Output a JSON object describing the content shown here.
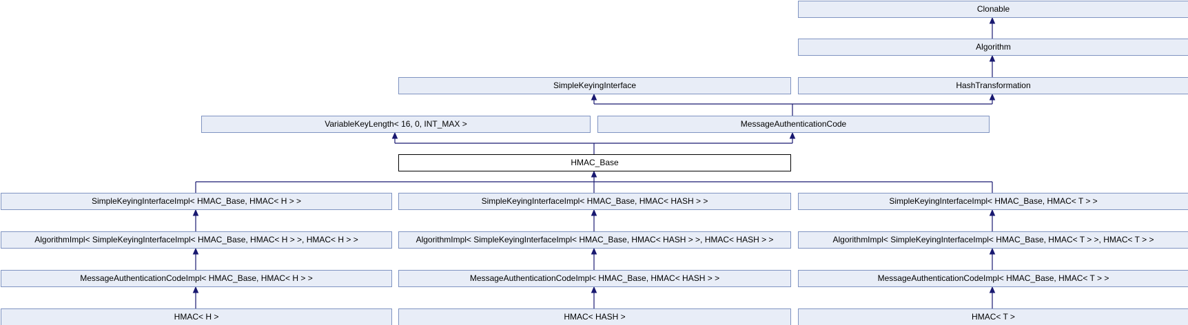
{
  "diagram": {
    "kind": "class-inheritance-diagram",
    "colors": {
      "node_fill": "#e8edf7",
      "node_border": "#7f93c1",
      "focus_node_fill": "#ffffff",
      "focus_node_border": "#000000",
      "arrow": "#191970",
      "text": "#000000",
      "background": "#ffffff"
    },
    "nodes": {
      "clonable": {
        "label": "Clonable"
      },
      "algorithm": {
        "label": "Algorithm"
      },
      "simple_keying_interface": {
        "label": "SimpleKeyingInterface"
      },
      "hash_transformation": {
        "label": "HashTransformation"
      },
      "variable_key_length": {
        "label": "VariableKeyLength< 16, 0, INT_MAX >"
      },
      "message_authentication_code": {
        "label": "MessageAuthenticationCode"
      },
      "hmac_base": {
        "label": "HMAC_Base"
      },
      "ski_impl_h": {
        "label": "SimpleKeyingInterfaceImpl< HMAC_Base, HMAC< H > >"
      },
      "ski_impl_hash": {
        "label": "SimpleKeyingInterfaceImpl< HMAC_Base, HMAC< HASH > >"
      },
      "ski_impl_t": {
        "label": "SimpleKeyingInterfaceImpl< HMAC_Base, HMAC< T > >"
      },
      "algorithm_impl_h": {
        "label": "AlgorithmImpl< SimpleKeyingInterfaceImpl< HMAC_Base, HMAC< H > >, HMAC< H > >"
      },
      "algorithm_impl_hash": {
        "label": "AlgorithmImpl< SimpleKeyingInterfaceImpl< HMAC_Base, HMAC< HASH > >, HMAC< HASH > >"
      },
      "algorithm_impl_t": {
        "label": "AlgorithmImpl< SimpleKeyingInterfaceImpl< HMAC_Base, HMAC< T > >, HMAC< T > >"
      },
      "mac_impl_h": {
        "label": "MessageAuthenticationCodeImpl< HMAC_Base, HMAC< H > >"
      },
      "mac_impl_hash": {
        "label": "MessageAuthenticationCodeImpl< HMAC_Base, HMAC< HASH > >"
      },
      "mac_impl_t": {
        "label": "MessageAuthenticationCodeImpl< HMAC_Base, HMAC< T > >"
      },
      "hmac_h": {
        "label": "HMAC< H >"
      },
      "hmac_hash": {
        "label": "HMAC< HASH >"
      },
      "hmac_t": {
        "label": "HMAC< T >"
      }
    },
    "edges": [
      {
        "from": "Algorithm",
        "to": "Clonable"
      },
      {
        "from": "HashTransformation",
        "to": "Algorithm"
      },
      {
        "from": "MessageAuthenticationCode",
        "to": "SimpleKeyingInterface"
      },
      {
        "from": "MessageAuthenticationCode",
        "to": "HashTransformation"
      },
      {
        "from": "HMAC_Base",
        "to": "VariableKeyLength< 16, 0, INT_MAX >"
      },
      {
        "from": "HMAC_Base",
        "to": "MessageAuthenticationCode"
      },
      {
        "from": "SimpleKeyingInterfaceImpl< HMAC_Base, HMAC< H > >",
        "to": "HMAC_Base"
      },
      {
        "from": "SimpleKeyingInterfaceImpl< HMAC_Base, HMAC< HASH > >",
        "to": "HMAC_Base"
      },
      {
        "from": "SimpleKeyingInterfaceImpl< HMAC_Base, HMAC< T > >",
        "to": "HMAC_Base"
      },
      {
        "from": "AlgorithmImpl< SimpleKeyingInterfaceImpl< HMAC_Base, HMAC< H > >, HMAC< H > >",
        "to": "SimpleKeyingInterfaceImpl< HMAC_Base, HMAC< H > >"
      },
      {
        "from": "AlgorithmImpl< SimpleKeyingInterfaceImpl< HMAC_Base, HMAC< HASH > >, HMAC< HASH > >",
        "to": "SimpleKeyingInterfaceImpl< HMAC_Base, HMAC< HASH > >"
      },
      {
        "from": "AlgorithmImpl< SimpleKeyingInterfaceImpl< HMAC_Base, HMAC< T > >, HMAC< T > >",
        "to": "SimpleKeyingInterfaceImpl< HMAC_Base, HMAC< T > >"
      },
      {
        "from": "MessageAuthenticationCodeImpl< HMAC_Base, HMAC< H > >",
        "to": "AlgorithmImpl< SimpleKeyingInterfaceImpl< HMAC_Base, HMAC< H > >, HMAC< H > >"
      },
      {
        "from": "MessageAuthenticationCodeImpl< HMAC_Base, HMAC< HASH > >",
        "to": "AlgorithmImpl< SimpleKeyingInterfaceImpl< HMAC_Base, HMAC< HASH > >, HMAC< HASH > >"
      },
      {
        "from": "MessageAuthenticationCodeImpl< HMAC_Base, HMAC< T > >",
        "to": "AlgorithmImpl< SimpleKeyingInterfaceImpl< HMAC_Base, HMAC< T > >, HMAC< T > >"
      },
      {
        "from": "HMAC< H >",
        "to": "MessageAuthenticationCodeImpl< HMAC_Base, HMAC< H > >"
      },
      {
        "from": "HMAC< HASH >",
        "to": "MessageAuthenticationCodeImpl< HMAC_Base, HMAC< HASH > >"
      },
      {
        "from": "HMAC< T >",
        "to": "MessageAuthenticationCodeImpl< HMAC_Base, HMAC< T > >"
      }
    ]
  }
}
